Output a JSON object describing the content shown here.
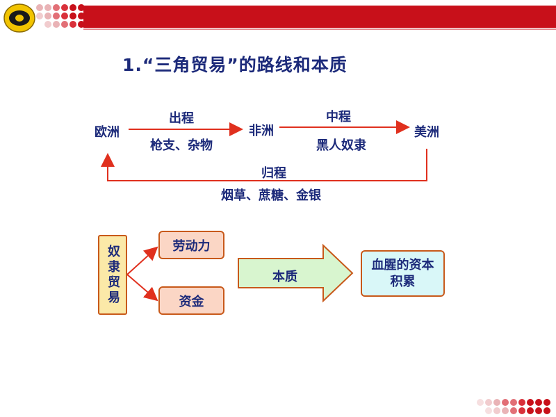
{
  "header": {
    "accent_color": "#c8101a",
    "logo_icon": "emblem-logo-icon"
  },
  "title": "1.“三角贸易”的路线和本质",
  "route": {
    "europe": "欧洲",
    "africa": "非洲",
    "america": "美洲",
    "leg1_name": "出程",
    "leg1_cargo": "枪支、杂物",
    "leg2_name": "中程",
    "leg2_cargo": "黑人奴隶",
    "leg3_name": "归程",
    "leg3_cargo": "烟草、蔗糖、金银"
  },
  "essence": {
    "source": "奴隶贸易",
    "branch1": "劳动力",
    "branch2": "资金",
    "arrow_label": "本质",
    "result": "血腥的资本积累"
  }
}
